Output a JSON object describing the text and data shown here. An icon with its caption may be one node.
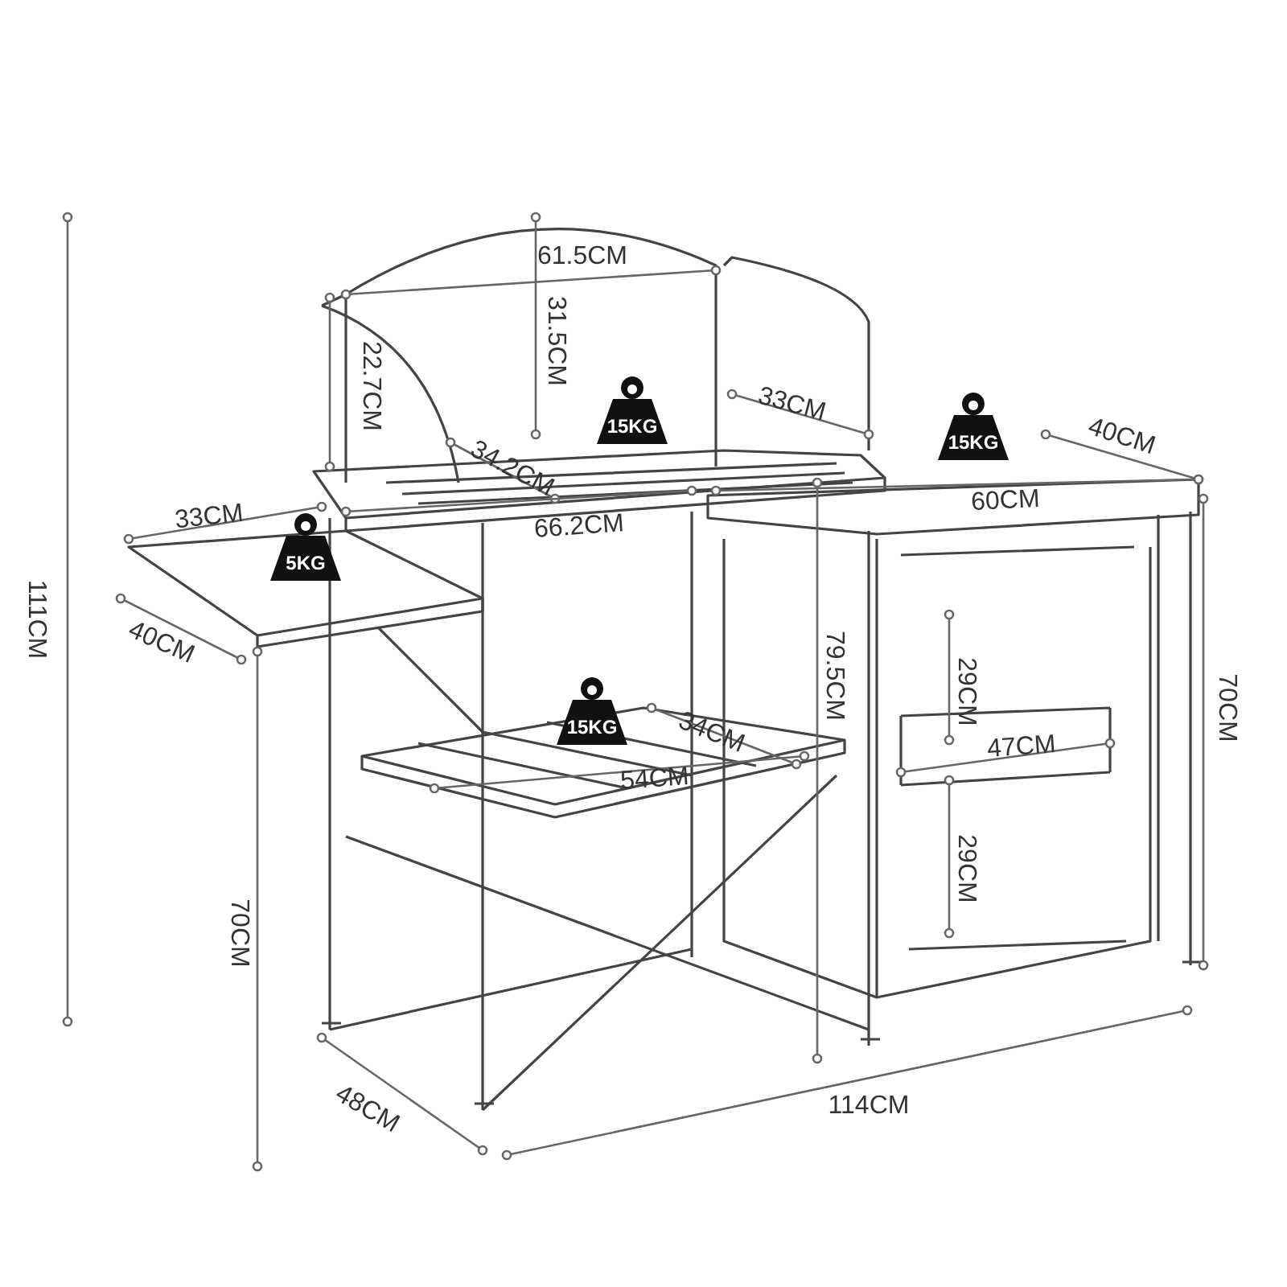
{
  "diagram": {
    "nodes": [
      {
        "text": [
          "15KG"
        ]
      },
      {
        "text": [
          "15KG"
        ]
      },
      {
        "text": [
          "5KG"
        ]
      },
      {
        "text": [
          "15KG"
        ]
      }
    ],
    "labels": [
      "111CM",
      "61.5CM",
      "31.5CM",
      "22.7CM",
      "33CM",
      "40CM",
      "34.2CM",
      "60CM",
      "33CM",
      "66.2CM",
      "40CM",
      "79.5CM",
      "29CM",
      "70CM",
      "34CM",
      "47CM",
      "54CM",
      "29CM",
      "70CM",
      "48CM",
      "114CM"
    ]
  }
}
